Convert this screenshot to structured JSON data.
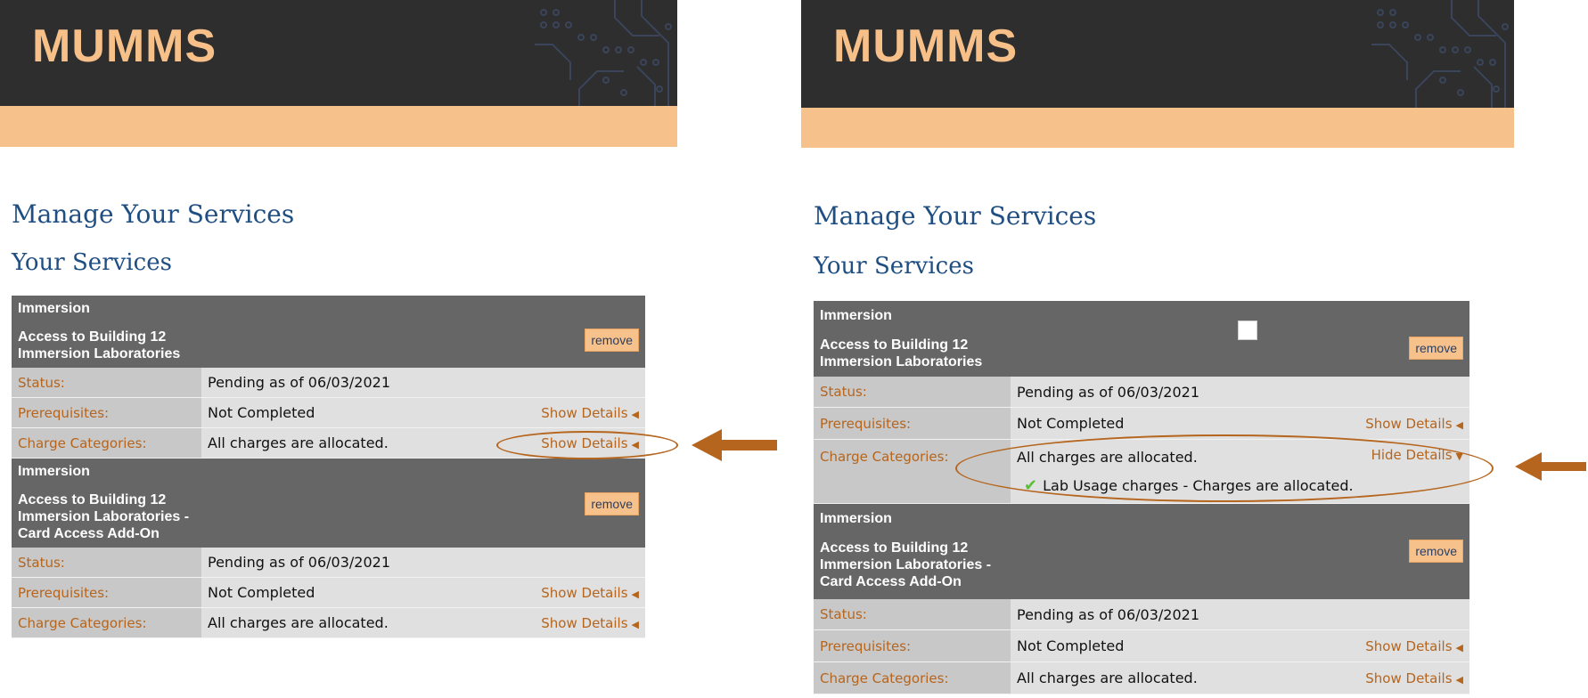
{
  "app": {
    "logo": "MUMMS"
  },
  "page": {
    "title": "Manage Your Services",
    "section": "Your Services"
  },
  "labels": {
    "status": "Status:",
    "prerequisites": "Prerequisites:",
    "charge_categories": "Charge Categories:"
  },
  "buttons": {
    "remove": "remove"
  },
  "links": {
    "show": "Show Details",
    "hide": "Hide Details"
  },
  "services": [
    {
      "category": "Immersion",
      "name_lines": [
        "Access to Building 12",
        "Immersion Laboratories"
      ],
      "status": "Pending as of 06/03/2021",
      "prerequisites": "Not Completed",
      "charges": "All charges are allocated."
    },
    {
      "category": "Immersion",
      "name_lines": [
        "Access to Building 12",
        "Immersion Laboratories -",
        "Card Access Add-On"
      ],
      "status": "Pending as of 06/03/2021",
      "prerequisites": "Not Completed",
      "charges": "All charges are allocated."
    }
  ],
  "charge_detail": "Lab Usage charges - Charges are allocated.",
  "colors": {
    "header_bg": "#2e2e2e",
    "logo": "#f7c089",
    "strip": "#f6c18b",
    "heading": "#1f4e82",
    "label": "#b5651d",
    "annotation": "#b5651d"
  }
}
